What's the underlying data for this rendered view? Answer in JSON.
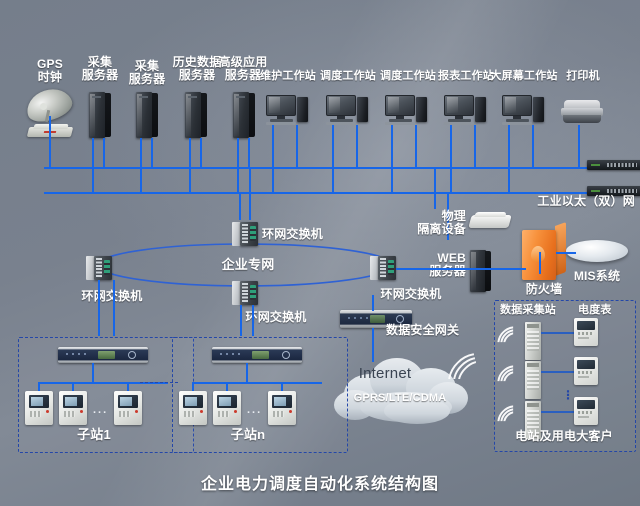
{
  "diagram": {
    "title": "企业电力调度自动化系统结构图",
    "background_color": "#7b838f",
    "link_color": "#1766e8",
    "accent_color": "#2447a8"
  },
  "top_row": {
    "gps": {
      "label": "GPS\n时钟",
      "icon": "satellite-dish-icon"
    },
    "devices": [
      {
        "label": "采集\n服务器",
        "icon": "tower-server-icon"
      },
      {
        "label": "采集\n服务器",
        "icon": "tower-server-icon"
      },
      {
        "label": "历史数据\n服务器",
        "icon": "tower-server-icon"
      },
      {
        "label": "高级应用\n服务器",
        "icon": "tower-server-icon"
      },
      {
        "label": "维护工作站",
        "icon": "workstation-icon"
      },
      {
        "label": "调度工作站",
        "icon": "workstation-icon"
      },
      {
        "label": "调度工作站",
        "icon": "workstation-icon"
      },
      {
        "label": "报表工作站",
        "icon": "workstation-icon"
      },
      {
        "label": "大屏幕工作站",
        "icon": "workstation-icon"
      },
      {
        "label": "打印机",
        "icon": "printer-icon"
      }
    ]
  },
  "backbone": {
    "label": "工业以太（双）网",
    "rack_switches": [
      {
        "icon": "rack-switch-icon"
      },
      {
        "icon": "rack-switch-icon"
      }
    ]
  },
  "ring_network": {
    "label": "企业专网",
    "switches": [
      {
        "label": "环网交换机",
        "position": "top"
      },
      {
        "label": "环网交换机",
        "position": "left"
      },
      {
        "label": "环网交换机",
        "position": "bottom"
      },
      {
        "label": "环网交换机",
        "position": "right"
      }
    ]
  },
  "security_zone": {
    "isolation_device": {
      "label": "物理\n隔离设备",
      "icon": "isolation-device-icon"
    },
    "web_server": {
      "label": "WEB\n服务器",
      "icon": "web-server-icon"
    },
    "firewall": {
      "label": "防火墙",
      "icon": "firewall-icon"
    },
    "mis": {
      "label": "MIS系统",
      "icon": "mis-disc-icon"
    }
  },
  "gateway": {
    "label": "数据安全网关",
    "icon": "security-gateway-icon"
  },
  "internet": {
    "label": "Internet",
    "sublabel": "GPRS/LTE/CDMA",
    "icon": "cloud-icon"
  },
  "substations": [
    {
      "label": "子站1",
      "unit_icon": "substation-unit-icon",
      "terminals": [
        {
          "icon": "terminal-meter-icon"
        },
        {
          "icon": "terminal-meter-icon"
        },
        {
          "icon": "terminal-meter-icon"
        }
      ],
      "ellipsis": "..."
    },
    {
      "label": "子站n",
      "unit_icon": "substation-unit-icon",
      "terminals": [
        {
          "icon": "terminal-meter-icon"
        },
        {
          "icon": "terminal-meter-icon"
        },
        {
          "icon": "terminal-meter-icon"
        }
      ],
      "ellipsis": "..."
    }
  ],
  "remote_zone": {
    "header_left": "数据采集站",
    "header_right": "电度表",
    "footer": "电站及用电大客户",
    "rows": [
      {
        "wifi_icon": "wifi-signal-icon",
        "station_icon": "collection-cabinet-icon",
        "meter_icon": "energy-meter-icon"
      },
      {
        "wifi_icon": "wifi-signal-icon",
        "station_icon": "collection-cabinet-icon",
        "meter_icon": "energy-meter-icon"
      },
      {
        "wifi_icon": "wifi-signal-icon",
        "station_icon": "collection-cabinet-icon",
        "meter_icon": "energy-meter-icon"
      }
    ],
    "vertical_ellipsis": "⋮",
    "link_wifi_icon": "wifi-signal-icon"
  }
}
